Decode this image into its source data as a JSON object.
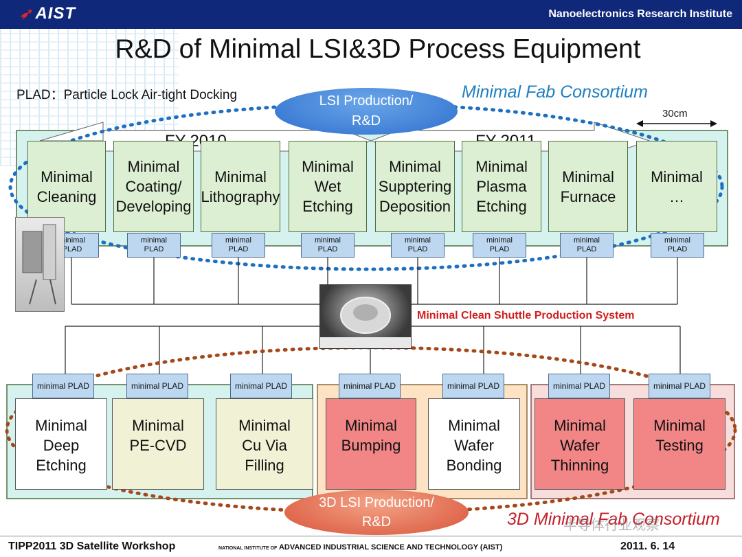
{
  "header": {
    "logo_text": "AIST",
    "institute": "Nanoelectronics Research Institute"
  },
  "title": "R&D of Minimal LSI&3D Process Equipment",
  "plad_definition": "PLAD：Particle Lock Air-tight Docking",
  "lsi_production": "LSI Production/\nR&D",
  "fab_consortium": "Minimal Fab Consortium",
  "scale_label": "30cm",
  "fy_labels": [
    "FY-2010",
    "FY-2011"
  ],
  "top_equipment": [
    "Minimal\nCleaning",
    "Minimal\nCoating/\nDeveloping",
    "Minimal\nLithography",
    "Minimal\nWet\nEtching",
    "Minimal\nSupptering\nDeposition",
    "Minimal\nPlasma\nEtching",
    "Minimal\nFurnace",
    "Minimal\n…"
  ],
  "top_plad_label": "minimal\nPLAD",
  "shuttle_system": "Minimal Clean Shuttle Production System",
  "bottom_plad_label": "minimal PLAD",
  "bottom_equipment": [
    "Minimal\nDeep Etching",
    "Minimal\nPE-CVD",
    "Minimal\nCu Via\nFilling",
    "Minimal\nBumping",
    "Minimal\nWafer\nBonding",
    "Minimal\nWafer\nThinning",
    "Minimal\nTesting"
  ],
  "lsi3d_production": "3D LSI Production/\nR&D",
  "fab3d_consortium": "3D Minimal Fab Consortium",
  "watermark": "半导体行业观察",
  "footer": {
    "workshop": "TIPP2011  3D Satellite Workshop",
    "institute_prefix": "NATIONAL INSTITUTE OF",
    "institute_name": "ADVANCED INDUSTRIAL SCIENCE AND TECHNOLOGY (AIST)",
    "date": "2011.  6. 14"
  },
  "colors": {
    "header_bg": "#10287a",
    "top_card": "#dcefd2",
    "plad": "#bcd7ef",
    "group_teal": "#d6f2ef",
    "group_orange": "#fde3c4",
    "group_pink": "#f7dedd",
    "card_cream": "#f1f1d5",
    "card_red": "#f28686",
    "lsi_blue": "#2e6fcf",
    "lsi3d_red": "#d8543a",
    "consortium_blue": "#1f7fc1",
    "consortium_red": "#c41f28"
  }
}
